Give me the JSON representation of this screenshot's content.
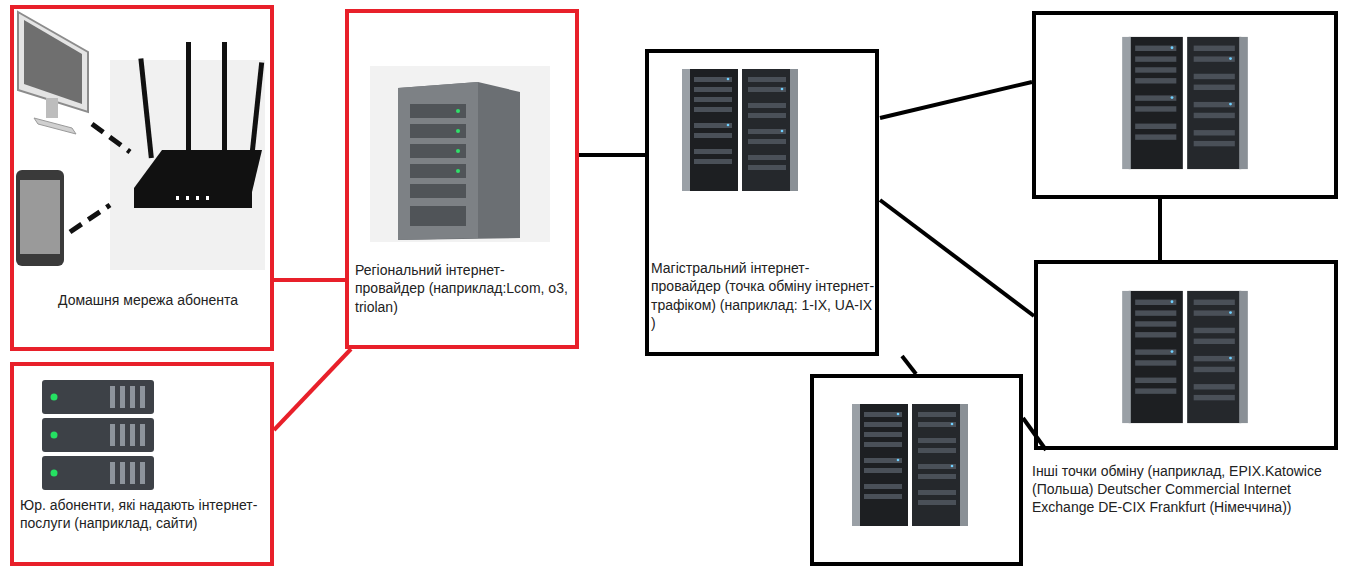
{
  "diagram": {
    "nodes": [
      {
        "text": [
          "Домашня мережа абонента"
        ]
      },
      {
        "text": [
          "Юр. абоненти, які надають інтернет-послуги (наприклад, сайти)"
        ]
      },
      {
        "text": [
          "Регіональний інтернет-провайдер (наприклад:Lcom, o3, triolan)"
        ]
      },
      {
        "text": [
          "Магістральний інтернет-провайдер (точка обміну інтернет-трафіком) (наприклад: 1-IX, UA-IX )"
        ]
      }
    ],
    "edges": [
      {
        "from": 0,
        "to": 2,
        "arrow": "none"
      },
      {
        "from": 1,
        "to": 2,
        "arrow": "none"
      },
      {
        "from": 2,
        "to": 3,
        "arrow": "none"
      }
    ],
    "labels": [
      "Інші точки обміну (наприклад, EPIX.Katowice (Польша) Deutscher Commercial Internet Exchange DE-CIX Frankfurt (Німеччина))"
    ]
  }
}
